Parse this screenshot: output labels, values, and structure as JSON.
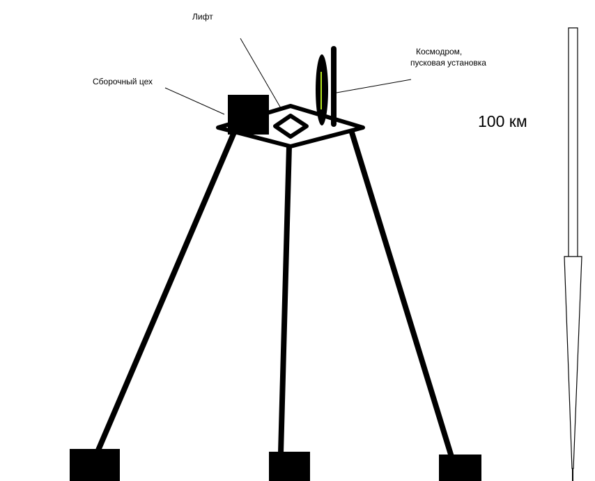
{
  "labels": {
    "lift": "Лифт",
    "assembly": "Сборочный цех",
    "spaceport_line1": "Космодром,",
    "spaceport_line2": "пусковая установка",
    "height": "100 км"
  },
  "colors": {
    "stroke": "#000000",
    "rocket_accent": "#b5e61d"
  }
}
